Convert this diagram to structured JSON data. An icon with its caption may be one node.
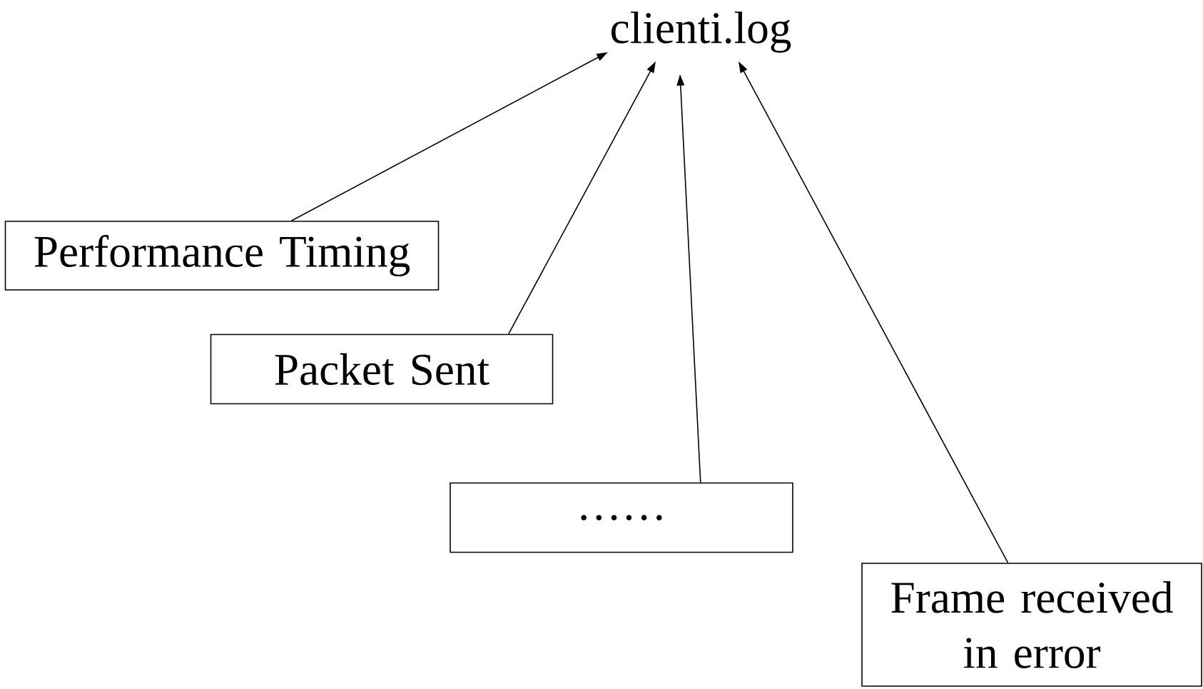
{
  "diagram": {
    "nodes": [
      {
        "text": [
          "clienti.log"
        ]
      },
      {
        "text": [
          "Performance Timing"
        ]
      },
      {
        "text": [
          "Packet Sent"
        ]
      },
      {
        "text": [
          "……"
        ]
      },
      {
        "text": [
          "Frame received in error"
        ]
      }
    ],
    "edges": [
      {
        "from": 1,
        "to": 0,
        "arrow": "to"
      },
      {
        "from": 2,
        "to": 0,
        "arrow": "to"
      },
      {
        "from": 3,
        "to": 0,
        "arrow": "to"
      },
      {
        "from": 4,
        "to": 0,
        "arrow": "to"
      }
    ]
  }
}
